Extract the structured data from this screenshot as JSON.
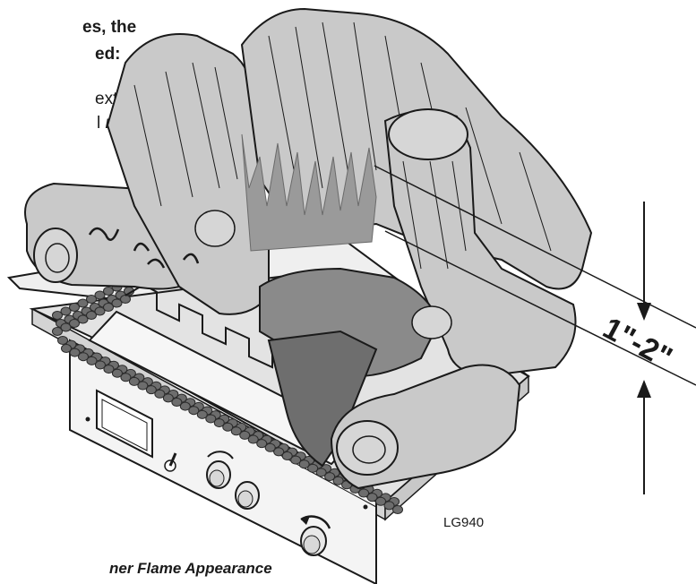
{
  "text": {
    "line1": "es, the",
    "line2": "ed:",
    "line3": "extend",
    "line4_prefix": "l ",
    "line4_emph": "not",
    "caption": "ner Flame Appearance",
    "dimension": "1\"-2\"",
    "figure_code": "LG940"
  },
  "colors": {
    "log_fill": "#c9c9c9",
    "log_stroke": "#1a1a1a",
    "dark_log": "#8a8a8a",
    "darker_log": "#6e6e6e",
    "flame": "#9a9a9a",
    "tray": "#e9e9e9",
    "ember": "#6d6d6d",
    "panel": "#f2f2f2"
  }
}
